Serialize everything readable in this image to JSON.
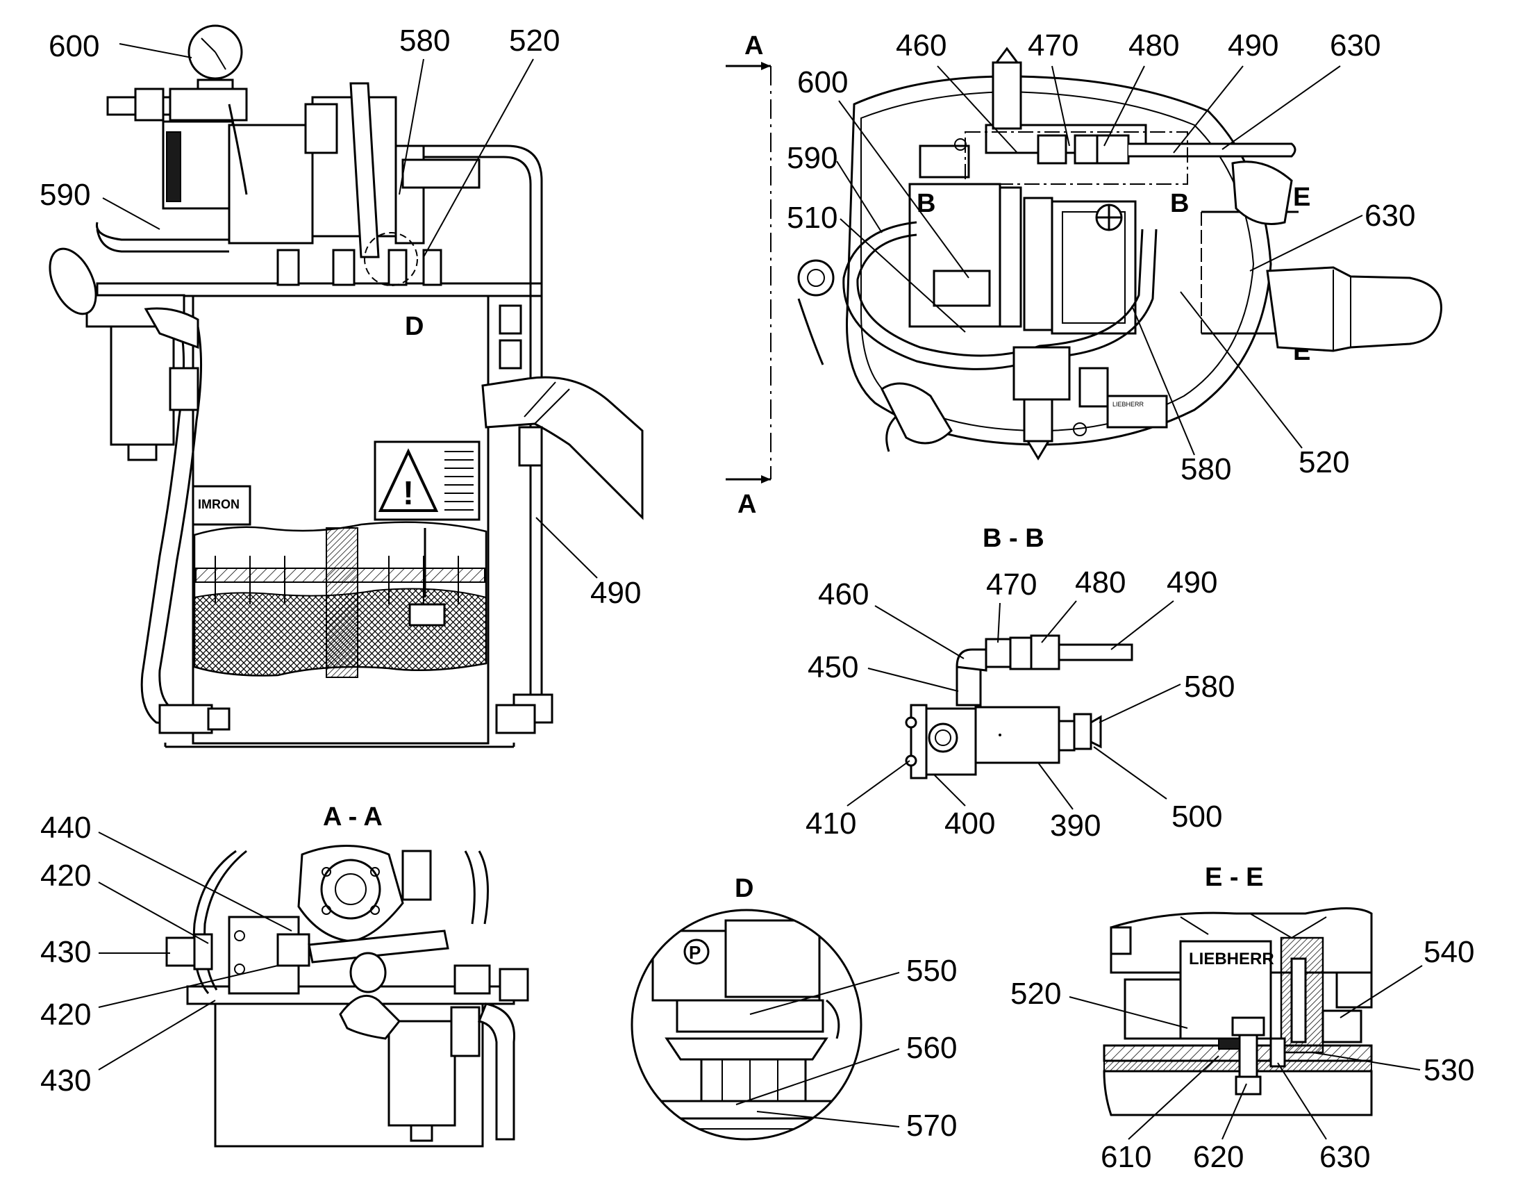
{
  "views": {
    "main": {
      "callouts": [
        "600",
        "580",
        "520",
        "590",
        "490"
      ],
      "detail_marker": "D",
      "nameplate_text": "IMRON",
      "warning_symbol": "!"
    },
    "top": {
      "callouts": [
        "460",
        "470",
        "480",
        "490",
        "630",
        "600",
        "590",
        "510",
        "630",
        "580",
        "520"
      ],
      "section_markers": [
        "A",
        "A",
        "B",
        "B",
        "E",
        "E"
      ],
      "nameplate_text": "LIEBHERR"
    },
    "bb": {
      "title": "B - B",
      "callouts": [
        "460",
        "470",
        "480",
        "490",
        "450",
        "580",
        "410",
        "400",
        "390",
        "500"
      ]
    },
    "aa": {
      "title": "A - A",
      "callouts": [
        "440",
        "420",
        "430",
        "420",
        "430"
      ]
    },
    "d": {
      "title": "D",
      "callouts": [
        "550",
        "560",
        "570"
      ],
      "port_letter": "P"
    },
    "ee": {
      "title": "E - E",
      "callouts": [
        "520",
        "540",
        "530",
        "610",
        "620",
        "630"
      ],
      "nameplate_text": "LIEBHERR"
    }
  },
  "colors": {
    "line": "#000000",
    "background": "#ffffff",
    "mesh": "#000000"
  }
}
